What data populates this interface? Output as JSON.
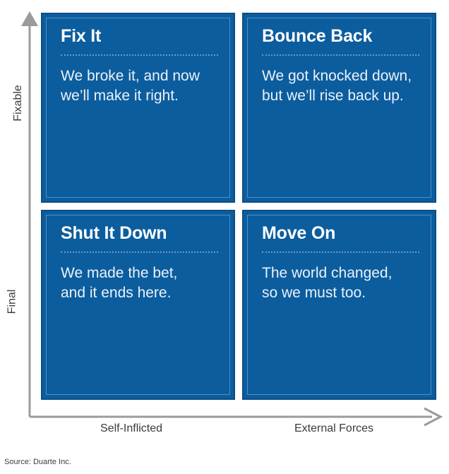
{
  "chart_data": {
    "type": "table",
    "title": "",
    "xlabel": "",
    "ylabel": "",
    "layout": "2x2-matrix",
    "x_axis": {
      "low_label": "Self-Inflicted",
      "high_label": "External Forces",
      "direction": "arrow-right"
    },
    "y_axis": {
      "low_label": "Final",
      "high_label": "Fixable",
      "direction": "arrow-up"
    },
    "categories": [
      "Self-Inflicted",
      "External Forces"
    ],
    "rows": [
      "Fixable",
      "Final"
    ],
    "cells": [
      {
        "row": "Fixable",
        "column": "Self-Inflicted",
        "title": "Fix It",
        "body": "We broke it, and now\nwe’ll make it right."
      },
      {
        "row": "Fixable",
        "column": "External Forces",
        "title": "Bounce Back",
        "body": "We got knocked down,\nbut we’ll rise back up."
      },
      {
        "row": "Final",
        "column": "Self-Inflicted",
        "title": "Shut It Down",
        "body": "We made the bet,\nand it ends here."
      },
      {
        "row": "Final",
        "column": "External Forces",
        "title": "Move On",
        "body": "The world changed,\nso we must too."
      }
    ]
  },
  "quadrants": [
    {
      "title": "Fix It",
      "body": "We broke it, and now\nwe’ll make it right."
    },
    {
      "title": "Bounce Back",
      "body": "We got knocked down,\nbut we’ll rise back up."
    },
    {
      "title": "Shut It Down",
      "body": "We made the bet,\nand it ends here."
    },
    {
      "title": "Move On",
      "body": "The world changed,\nso we must too."
    }
  ],
  "axes": {
    "y_top": "Fixable",
    "y_bottom": "Final",
    "x_left": "Self-Inflicted",
    "x_right": "External Forces"
  },
  "footer": {
    "source": "Source: Duarte Inc."
  },
  "colors": {
    "quadrant_fill": "#0C5D9E",
    "quadrant_border": "#0A4E86",
    "quadrant_inner_stroke": "#4D8FC4",
    "divider": "#74A9D2",
    "title_text": "#FFFFFF",
    "body_text": "#EAF2F9",
    "axis": "#9B9B9B",
    "label_text": "#3B3B3B",
    "background": "#FFFFFF"
  }
}
